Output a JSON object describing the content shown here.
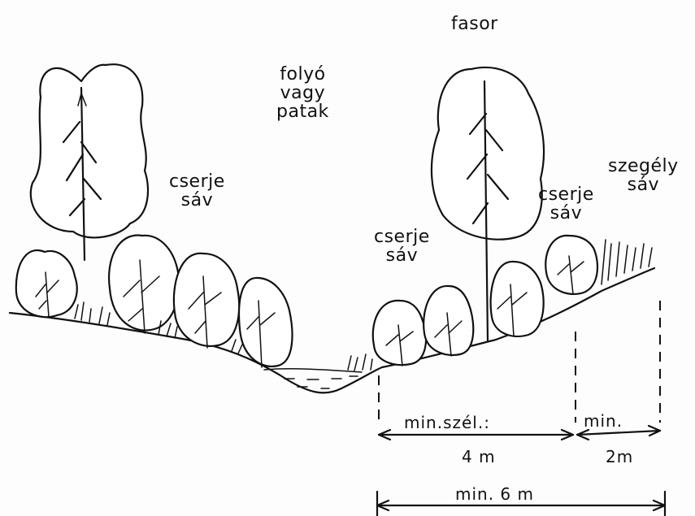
{
  "labels": {
    "fasor": "fasor",
    "river": [
      "folyó",
      "vagy",
      "patak"
    ],
    "shrub_left": [
      "cserje",
      "sáv"
    ],
    "shrub_mid": [
      "cserje",
      "sáv"
    ],
    "shrub_right": [
      "cserje",
      "sáv"
    ],
    "edge": [
      "szegély",
      "sáv"
    ]
  },
  "dimensions": {
    "min_width_label": "min.szél.:",
    "width_4": "4 m",
    "min_label": "min.",
    "width_2": "2m",
    "total": "min.  6 m"
  }
}
